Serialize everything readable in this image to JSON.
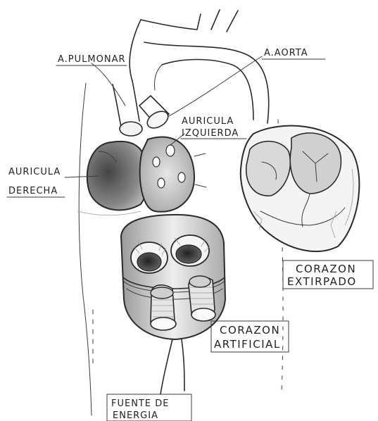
{
  "labels": {
    "pulmonar": "A.PULMONAR",
    "aorta": "A.AORTA",
    "auricula_izquierda_line1": "AURICULA",
    "auricula_izquierda_line2": "IZQUIERDA",
    "auricula_derecha_line1": "AURICULA",
    "auricula_derecha_line2": "DERECHA",
    "corazon_extirpado_line1": "CORAZON",
    "corazon_extirpado_line2": "EXTIRPADO",
    "corazon_artificial_line1": "CORAZON",
    "corazon_artificial_line2": "ARTIFICIAL",
    "fuente_line1": "FUENTE DE",
    "fuente_line2": "ENERGIA"
  },
  "colors": {
    "ink": "#2a2a2a",
    "shade_dark": "#555555",
    "shade_mid": "#8a8a8a",
    "shade_light": "#cfcfcf",
    "paper": "#ffffff"
  }
}
